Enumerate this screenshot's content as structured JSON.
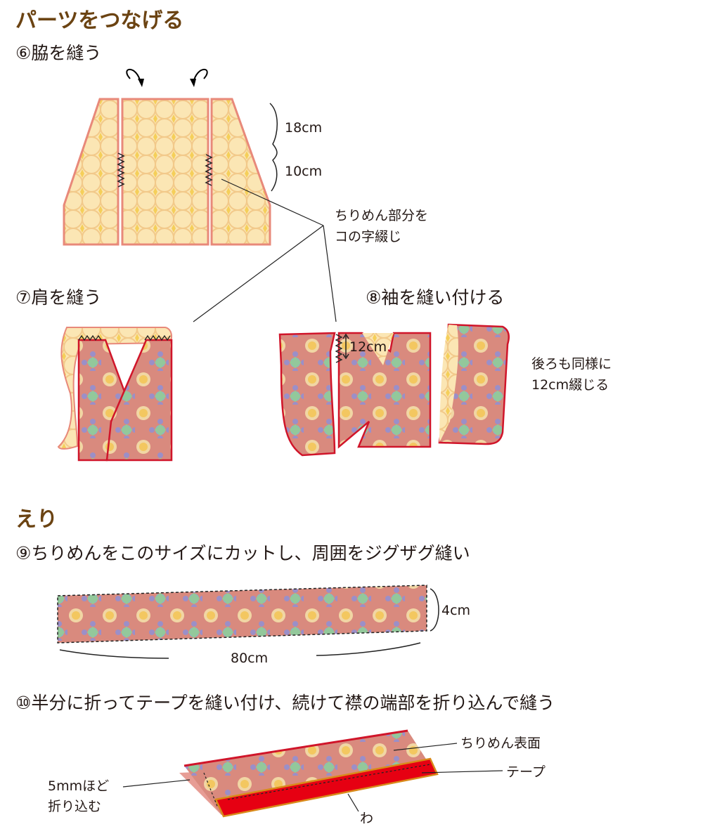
{
  "section1": {
    "title": "パーツをつなげる",
    "step6": {
      "title": "⑥脇を縫う",
      "dim_upper": "18cm",
      "dim_lower": "10cm"
    },
    "callout": {
      "line1": "ちりめん部分を",
      "line2": "コの字綴じ"
    },
    "step7": {
      "title": "⑦肩を縫う"
    },
    "step8": {
      "title": "⑧袖を縫い付ける",
      "dim": "12cm",
      "note_line1": "後ろも同様に",
      "note_line2": "12cm綴じる"
    }
  },
  "section2": {
    "title": "えり",
    "step9": {
      "title": "⑨ちりめんをこのサイズにカットし、周囲をジグザグ縫い",
      "width": "4cm",
      "length": "80cm"
    },
    "step10": {
      "title": "⑩半分に折ってテープを縫い付け、続けて襟の端部を折り込んで縫う",
      "label_surface": "ちりめん表面",
      "label_tape": "テープ",
      "label_fold_line1": "5mmほど",
      "label_fold_line2": "折り込む",
      "label_wa": "わ"
    }
  },
  "colors": {
    "heading": "#6b4312",
    "fabric_outline": "#d0152a",
    "tape": "#e60012",
    "light_fabric": "#f7dca0",
    "pink_fabric": "#d98a7e"
  }
}
